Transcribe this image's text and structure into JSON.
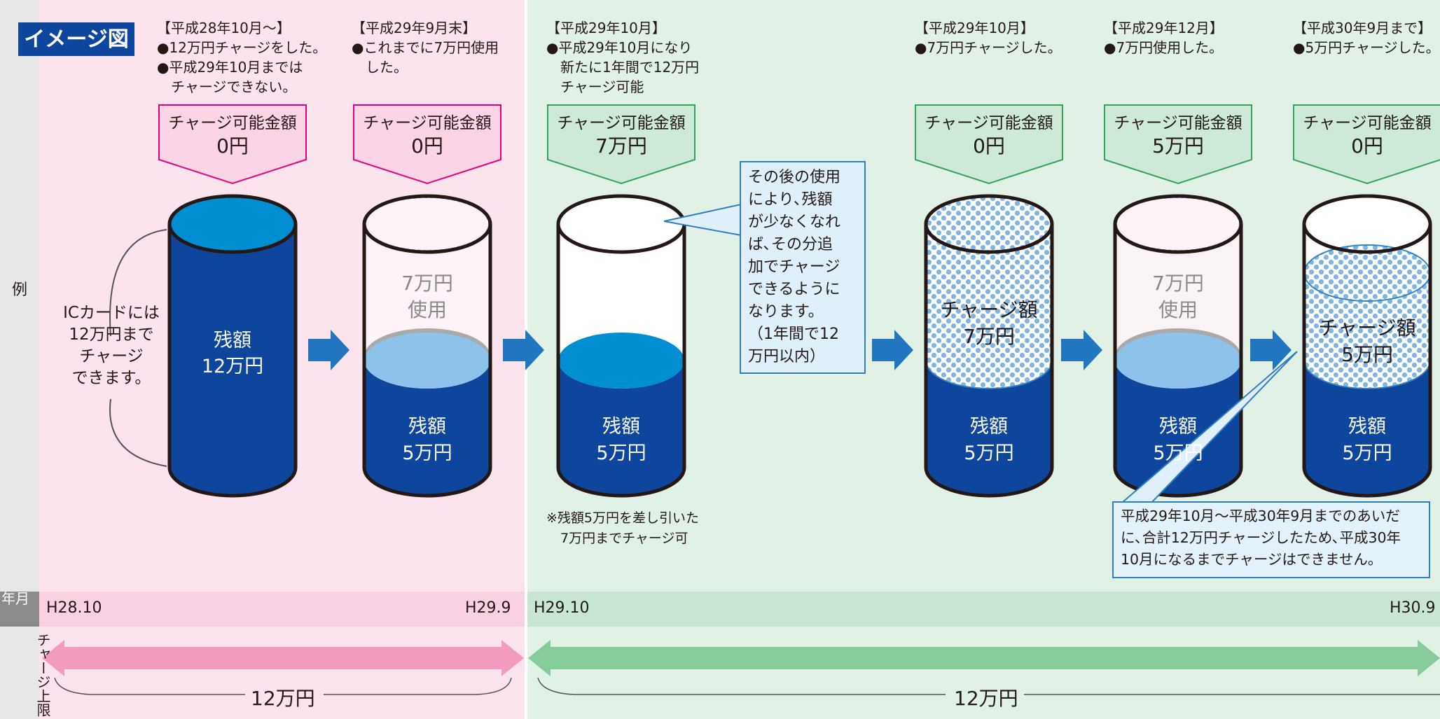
{
  "badge": "イメージ図",
  "side_labels": {
    "example": "例",
    "year_month": "年月",
    "charge_limit": "チャージ上限"
  },
  "colors": {
    "pink_bg": "#fce4ee",
    "green_bg": "#e1f1e6",
    "dark_blue": "#0d469c",
    "light_blue": "#8dc3ea",
    "mid_blue": "#008ed3",
    "arrow_blue": "#2276c0",
    "pink_arrow": "#f29bbf",
    "green_arrow": "#86cc9b",
    "pink_callout": "#e4007f",
    "green_callout": "#31a35a"
  },
  "ic_note": [
    "ICカードには",
    "12万円まで",
    "チャージ",
    "できます。"
  ],
  "steps": [
    {
      "header": "【平成28年10月～】",
      "lines": [
        "●12万円チャージをした。",
        "●平成29年10月までは",
        "チャージできない。"
      ],
      "callout_title": "チャージ可能金額",
      "callout_value": "0円",
      "tone": "pink",
      "state": "full",
      "cyl_main": "残額",
      "cyl_sub": "12万円"
    },
    {
      "header": "【平成29年9月末】",
      "lines": [
        "●これまでに7万円使用",
        "した。"
      ],
      "callout_title": "チャージ可能金額",
      "callout_value": "0円",
      "tone": "pink",
      "state": "used",
      "upper_main": "7万円",
      "upper_sub": "使用",
      "lower_main": "残額",
      "lower_sub": "5万円"
    },
    {
      "header": "【平成29年10月】",
      "lines": [
        "●平成29年10月になり",
        "新たに1年間で12万円",
        "チャージ可能"
      ],
      "callout_title": "チャージ可能金額",
      "callout_value": "7万円",
      "tone": "green",
      "state": "empty",
      "lower_main": "残額",
      "lower_sub": "5万円"
    },
    {
      "header": "【平成29年10月】",
      "lines": [
        "●7万円チャージした。"
      ],
      "callout_title": "チャージ可能金額",
      "callout_value": "0円",
      "tone": "green",
      "state": "charged",
      "upper_main": "チャージ額",
      "upper_sub": "7万円",
      "lower_main": "残額",
      "lower_sub": "5万円"
    },
    {
      "header": "【平成29年12月】",
      "lines": [
        "●7万円使用した。"
      ],
      "callout_title": "チャージ可能金額",
      "callout_value": "5万円",
      "tone": "green",
      "state": "used",
      "upper_main": "7万円",
      "upper_sub": "使用",
      "lower_main": "残額",
      "lower_sub": "5万円"
    },
    {
      "header": "【平成30年9月まで】",
      "lines": [
        "●5万円チャージした。"
      ],
      "callout_title": "チャージ可能金額",
      "callout_value": "0円",
      "tone": "green",
      "state": "partial",
      "upper_main": "チャージ額",
      "upper_sub": "5万円",
      "lower_main": "残額",
      "lower_sub": "5万円"
    }
  ],
  "speech_note": [
    "その後の使用",
    "により､残額",
    "が少なくなれ",
    "ば､その分追",
    "加でチャージ",
    "できるように",
    "なります。",
    "（1年間で12",
    "万円以内）"
  ],
  "footnote": [
    "※残額5万円を差し引いた",
    "7万円までチャージ可"
  ],
  "bottom_note": [
    "平成29年10月～平成30年9月までのあいだ",
    "に､合計12万円チャージしたため､平成30年",
    "10月になるまでチャージはできません。"
  ],
  "timeline": {
    "start1": "H28.10",
    "end1": "H29.9",
    "start2": "H29.10",
    "end2": "H30.9"
  },
  "limits": {
    "period1": "12万円",
    "period2": "12万円"
  }
}
